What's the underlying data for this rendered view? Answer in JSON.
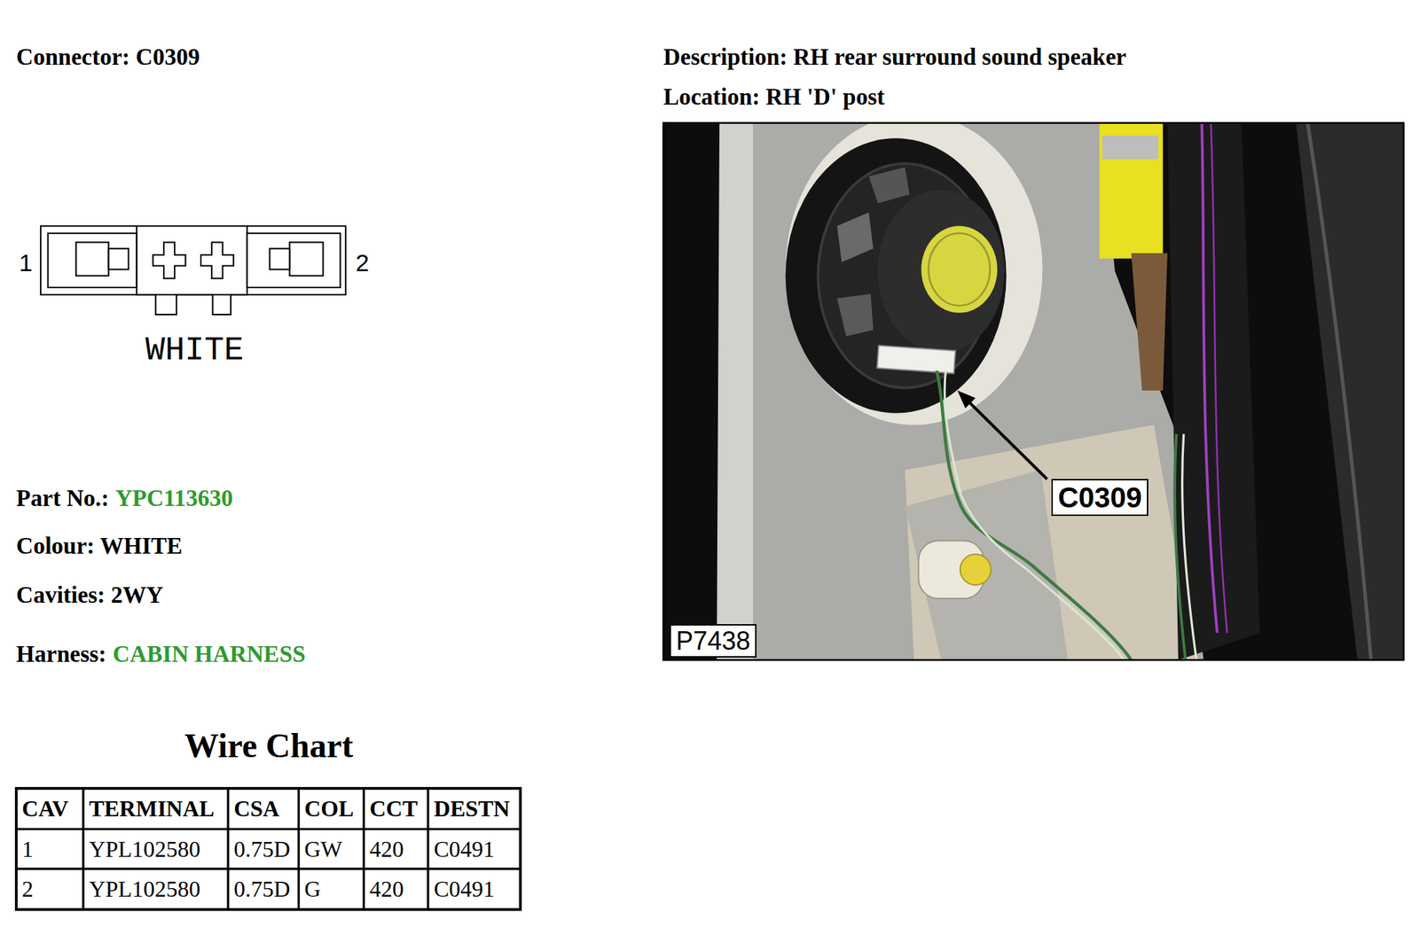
{
  "diagram": {
    "labels": [
      "Connector: C0309",
      "Description: RH rear surround sound speaker",
      "Location: RH 'D' post",
      "1",
      "2",
      "WHITE",
      "C0309",
      "P7438",
      "Part No.:",
      "YPC113630",
      "Colour: WHITE",
      "Cavities: 2WY",
      "Harness:",
      "CABIN HARNESS",
      "Wire Chart",
      "CAV",
      "TERMINAL",
      "CSA",
      "COL",
      "CCT",
      "DESTN",
      "1",
      "YPL102580",
      "0.75D",
      "GW",
      "420",
      "C0491",
      "2",
      "YPL102580",
      "0.75D",
      "G",
      "420",
      "C0491"
    ]
  }
}
